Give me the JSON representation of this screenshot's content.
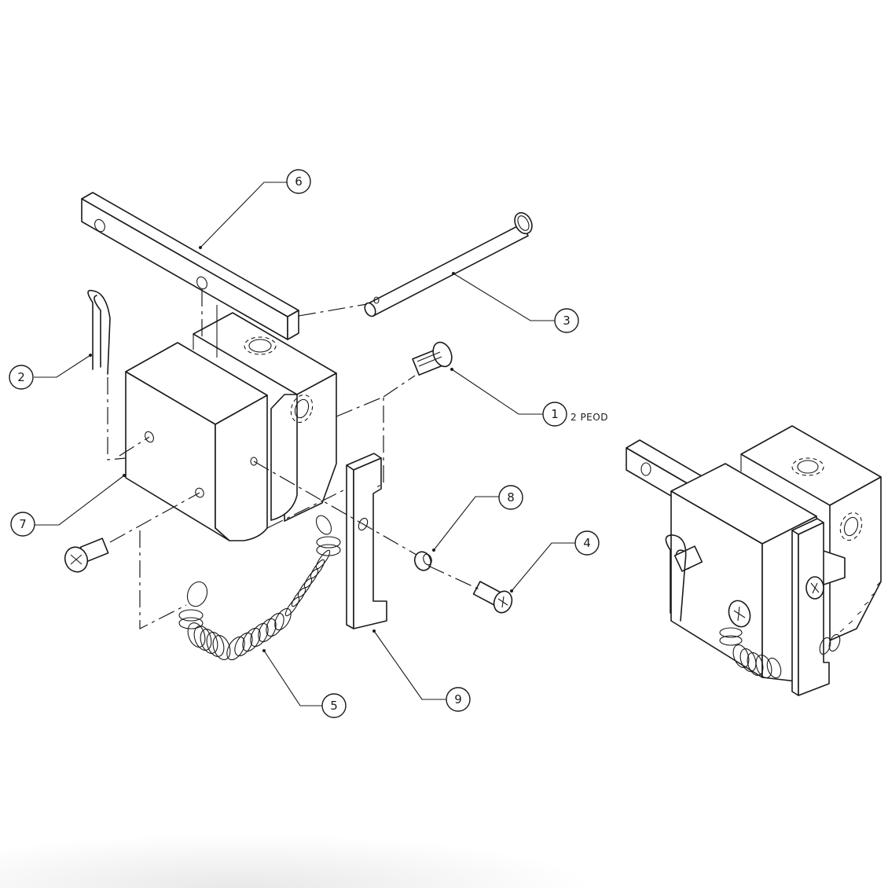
{
  "drawing": {
    "type": "exploded assembly view",
    "views": [
      "exploded-view",
      "assembled-view"
    ],
    "callouts": [
      {
        "id": "1",
        "label": "1",
        "note": "2 PEOD",
        "part": "flanged-screw"
      },
      {
        "id": "2",
        "label": "2",
        "note": "",
        "part": "cotter-pin"
      },
      {
        "id": "3",
        "label": "3",
        "note": "",
        "part": "clevis-pin"
      },
      {
        "id": "4",
        "label": "4",
        "note": "",
        "part": "phillips-screw"
      },
      {
        "id": "5",
        "label": "5",
        "note": "",
        "part": "coil-spring"
      },
      {
        "id": "6",
        "label": "6",
        "note": "",
        "part": "square-bar-arm"
      },
      {
        "id": "7",
        "label": "7",
        "note": "",
        "part": "block-housing"
      },
      {
        "id": "8",
        "label": "8",
        "note": "",
        "part": "spacer-bushing"
      },
      {
        "id": "9",
        "label": "9",
        "note": "",
        "part": "latch-plate"
      }
    ]
  },
  "colors": {
    "line": "#1a1a1a",
    "background": "#ffffff"
  }
}
